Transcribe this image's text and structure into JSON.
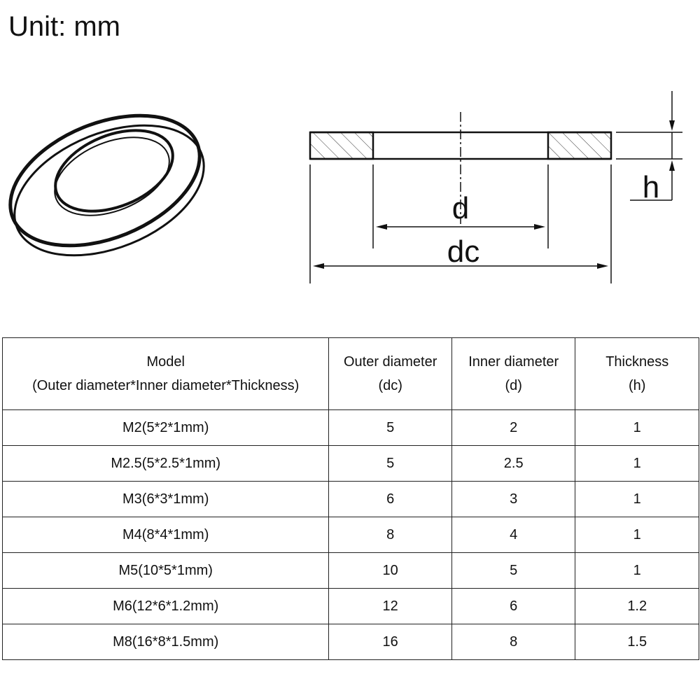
{
  "unit_label": "Unit: mm",
  "diagram": {
    "inner_label": "d",
    "outer_label": "dc",
    "thickness_label": "h"
  },
  "table": {
    "headers": [
      {
        "line1": "Model",
        "line2": "(Outer diameter*Inner diameter*Thickness)"
      },
      {
        "line1": "Outer diameter",
        "line2": "(dc)"
      },
      {
        "line1": "Inner diameter",
        "line2": "(d)"
      },
      {
        "line1": "Thickness",
        "line2": "(h)"
      }
    ],
    "rows": [
      [
        "M2(5*2*1mm)",
        "5",
        "2",
        "1"
      ],
      [
        "M2.5(5*2.5*1mm)",
        "5",
        "2.5",
        "1"
      ],
      [
        "M3(6*3*1mm)",
        "6",
        "3",
        "1"
      ],
      [
        "M4(8*4*1mm)",
        "8",
        "4",
        "1"
      ],
      [
        "M5(10*5*1mm)",
        "10",
        "5",
        "1"
      ],
      [
        "M6(12*6*1.2mm)",
        "12",
        "6",
        "1.2"
      ],
      [
        "M8(16*8*1.5mm)",
        "16",
        "8",
        "1.5"
      ]
    ]
  },
  "colors": {
    "ink": "#111111",
    "background": "#ffffff"
  }
}
